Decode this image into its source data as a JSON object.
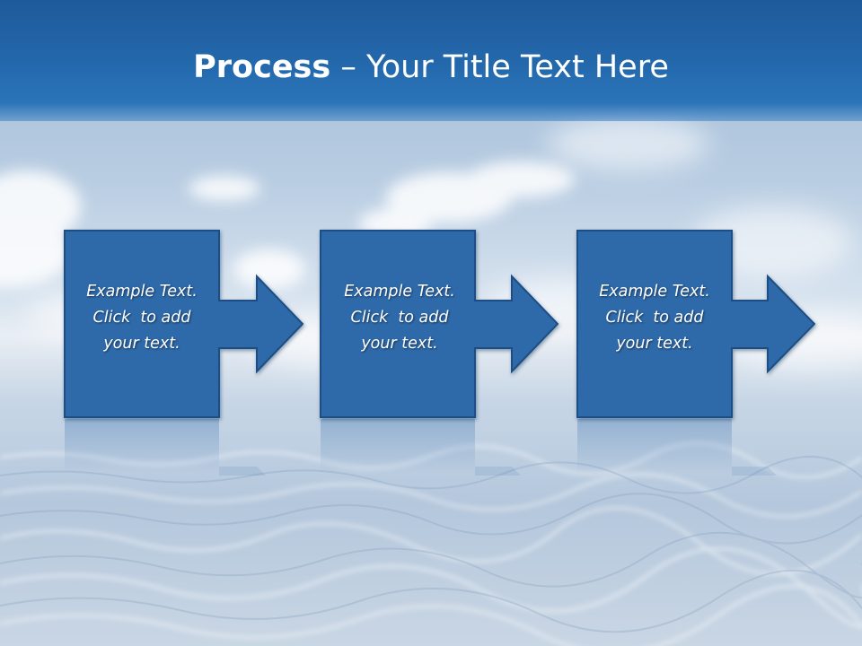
{
  "title": {
    "bold": "Process",
    "rest": " – Your Title Text Here"
  },
  "steps": [
    {
      "line1": "Example Text.",
      "line2": "Click  to add",
      "line3": "your text."
    },
    {
      "line1": "Example Text.",
      "line2": "Click  to add",
      "line3": "your text."
    },
    {
      "line1": "Example Text.",
      "line2": "Click  to add",
      "line3": "your text."
    }
  ],
  "colors": {
    "title_bar": "#2469ad",
    "shape_fill": "#2e6aaa",
    "shape_stroke": "#1b4e85",
    "text": "#ffffff"
  }
}
